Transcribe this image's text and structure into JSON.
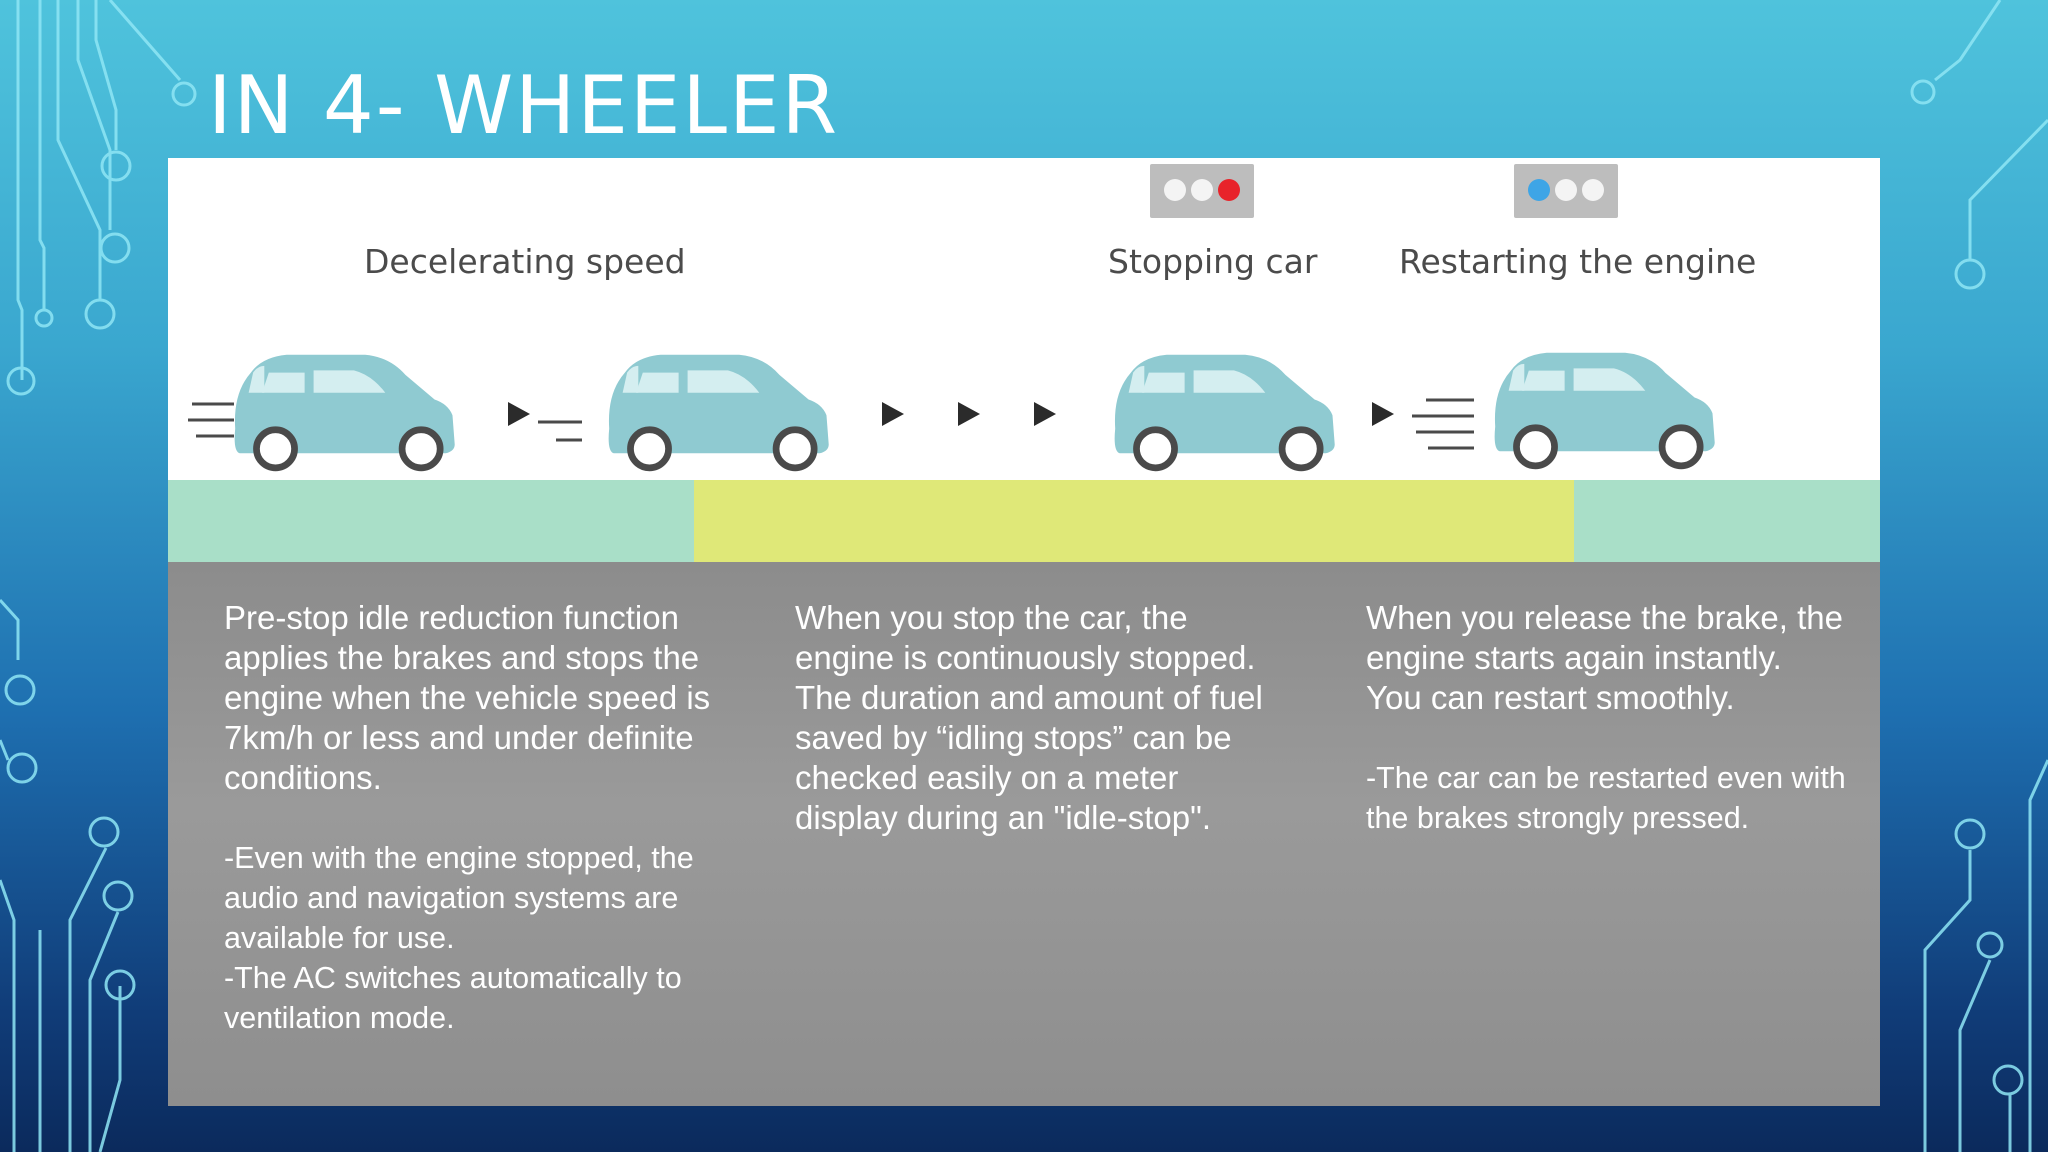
{
  "slide": {
    "title": "IN 4- WHEELER"
  },
  "colors": {
    "background_top": "#4fc3dc",
    "background_bottom": "#0b2a5c",
    "car_body": "#8fcad1",
    "band_green": "#a9dfc8",
    "band_yellow": "#dfe878",
    "text_panel": "#969696",
    "signal_red": "#e8232a",
    "signal_blue": "#3ea5e6"
  },
  "figure": {
    "stages": [
      {
        "label": "Decelerating speed"
      },
      {
        "label": "Stopping car"
      },
      {
        "label": "Restarting the engine"
      }
    ],
    "signals": [
      {
        "name": "stop-signal",
        "active_lamp": "right",
        "active_color": "red"
      },
      {
        "name": "restart-signal",
        "active_lamp": "left",
        "active_color": "blue"
      }
    ],
    "descriptions": [
      {
        "main": "Pre-stop idle reduction function applies the brakes and stops the engine when the vehicle speed is 7km/h or less and under definite conditions.",
        "note_1": "-Even with the engine stopped, the audio and navigation systems are available for use.",
        "note_2": "-The AC switches automatically to ventilation mode."
      },
      {
        "main": "When you stop the car, the engine is continuously stopped. The duration and amount of fuel saved by “idling stops” can be checked easily on a meter display during an \"idle-stop\"."
      },
      {
        "main": "When you release the brake, the engine starts again instantly. You can restart smoothly.",
        "note_1": "-The car can be restarted even with the brakes strongly pressed."
      }
    ]
  }
}
